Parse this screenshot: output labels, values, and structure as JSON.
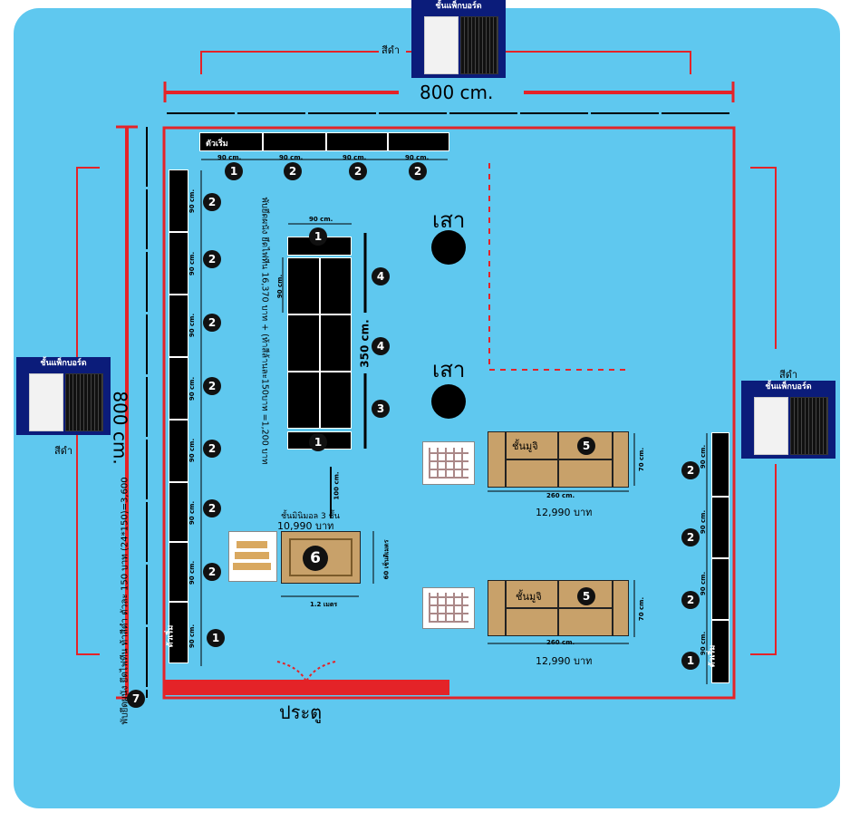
{
  "top_width_label": "800 cm.",
  "side_height_label": "800 cm.",
  "door_label": "ประตู",
  "pillar_label_1": "เสา",
  "pillar_label_2": "เสา",
  "promo": {
    "title": "ชั้นแพ็กบอร์ด",
    "color_label_top": "สีดำ",
    "color_label_left": "สีดำ",
    "color_label_right": "สีดำ"
  },
  "start_label": "ตัวเริ่ม",
  "dim_90": "90 cm.",
  "dim_350": "350 cm.",
  "dim_100": "100 cm.",
  "dim_260": "260 cm.",
  "dim_70": "70 cm.",
  "dim_12m": "1.2 เมตร",
  "dim_60": "60 เซ็นติเมตร",
  "center_price_text": "พับยึดผนัง ยึดไฟทีน 16,370 บาท + (ท้าสีล้านละ150บาท =1,200 บาท",
  "left_wall_text": "พับยึดผนัง ยึดไฟทีน   ท้าสีดำ ตัวละ 150 บาท (24*150)=3,600",
  "bin_label": "ชั้นมินิมอล 3 ชั้น",
  "bin_price": "10,990 บาท",
  "cubby_label": "ชั้นมูจิ",
  "cubby_price": "12,990 บาท",
  "markers": {
    "top_row": [
      "1",
      "2",
      "2",
      "2"
    ],
    "left_col": [
      "2",
      "2",
      "2",
      "2",
      "2",
      "2",
      "2",
      "1"
    ],
    "center_top": "1",
    "center_bottom": "1",
    "right_side": [
      "4",
      "4",
      "3"
    ],
    "item_6": "6",
    "item_5": "5",
    "right_col": [
      "2",
      "2",
      "2",
      "1"
    ],
    "item_7": "7"
  },
  "colors": {
    "background": "#5fc8ef",
    "wall": "#e42328",
    "shelf": "#000000",
    "wood": "#c8a16a"
  }
}
